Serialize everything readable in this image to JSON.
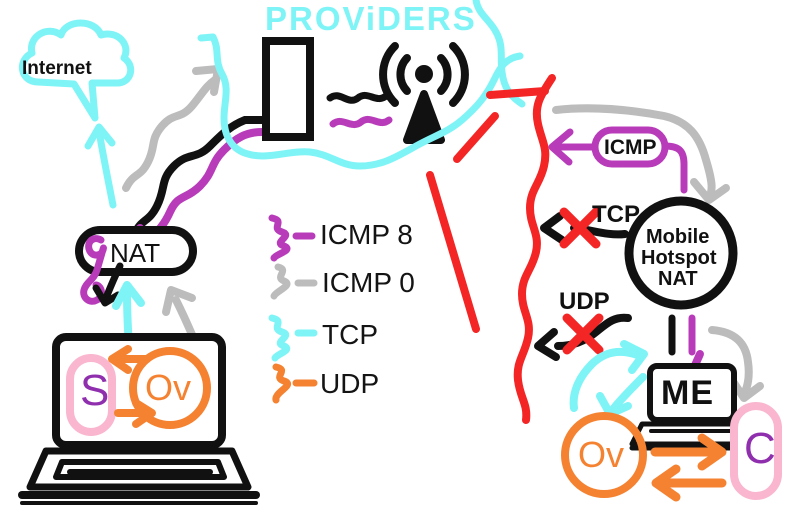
{
  "diagram": {
    "title_text": "PROViDERS",
    "colors": {
      "purple": "#b83cba",
      "gray": "#bcbcbc",
      "cyan": "#7ef4f7",
      "orange": "#f58231",
      "red": "#f42525",
      "black": "#111111",
      "pink": "#f9b6ce"
    }
  },
  "left_network": {
    "internet_cloud_label": "Internet",
    "nat_label": "NAT",
    "laptop": {
      "server_label": "S",
      "openvpn_label": "Ov"
    }
  },
  "legend": {
    "items": [
      {
        "label": "ICMP 8",
        "color": "#b83cba",
        "swatch_name": "icmp8"
      },
      {
        "label": "ICMP 0",
        "color": "#bcbcbc",
        "swatch_name": "icmp0"
      },
      {
        "label": "TCP",
        "color": "#7ef4f7",
        "swatch_name": "tcp"
      },
      {
        "label": "UDP",
        "color": "#f58231",
        "swatch_name": "udp"
      }
    ]
  },
  "right_network": {
    "icmp_badge_label": "ICMP",
    "hotspot_label_line1": "Mobile",
    "hotspot_label_line2": "Hotspot",
    "hotspot_label_line3": "NAT",
    "blocked_tcp_label": "TCP",
    "blocked_udp_label": "UDP",
    "laptop_label": "ME",
    "openvpn_label": "Ov",
    "client_label": "C"
  }
}
